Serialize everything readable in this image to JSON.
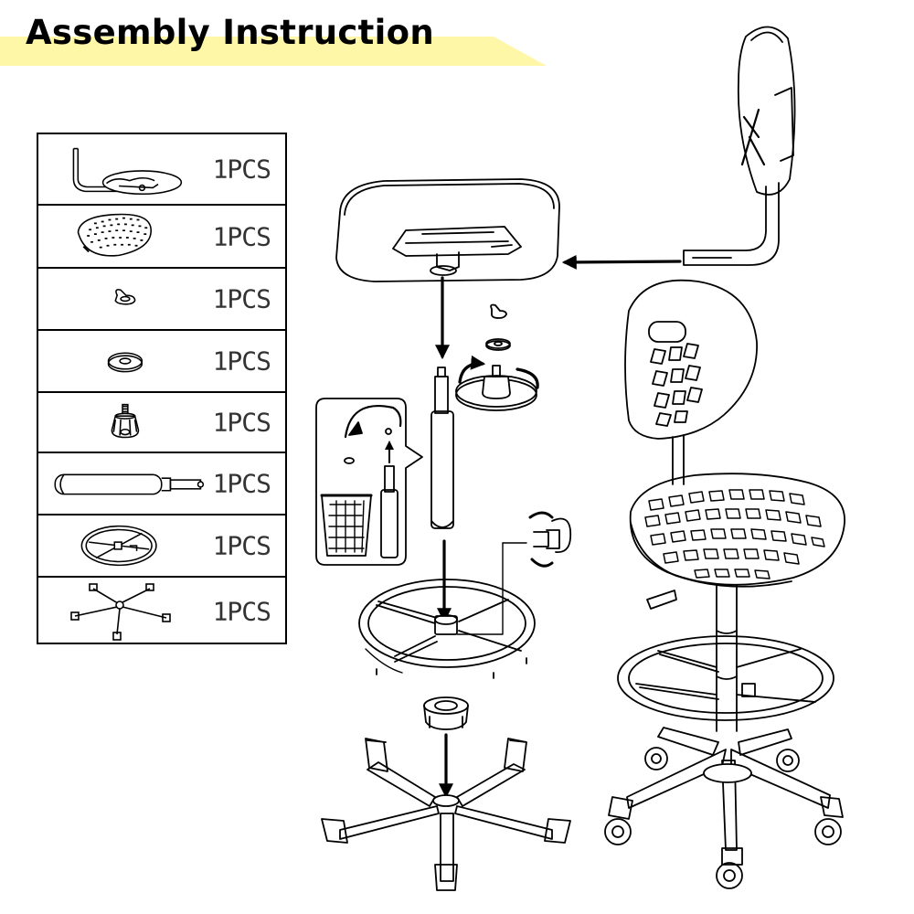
{
  "header": {
    "title": "Assembly Instruction",
    "accent_color": "#fff6a0"
  },
  "parts": [
    {
      "name": "backrest-assembly",
      "icon": "backrest-bracket-icon",
      "qty": "1PCS"
    },
    {
      "name": "seat",
      "icon": "seat-icon",
      "qty": "1PCS"
    },
    {
      "name": "clip",
      "icon": "clip-icon",
      "qty": "1PCS"
    },
    {
      "name": "washer",
      "icon": "washer-icon",
      "qty": "1PCS"
    },
    {
      "name": "knob",
      "icon": "knob-icon",
      "qty": "1PCS"
    },
    {
      "name": "gas-lift",
      "icon": "gas-lift-icon",
      "qty": "1PCS"
    },
    {
      "name": "foot-ring",
      "icon": "foot-ring-icon",
      "qty": "1PCS"
    },
    {
      "name": "five-star-base",
      "icon": "five-star-base-icon",
      "qty": "1PCS"
    }
  ]
}
